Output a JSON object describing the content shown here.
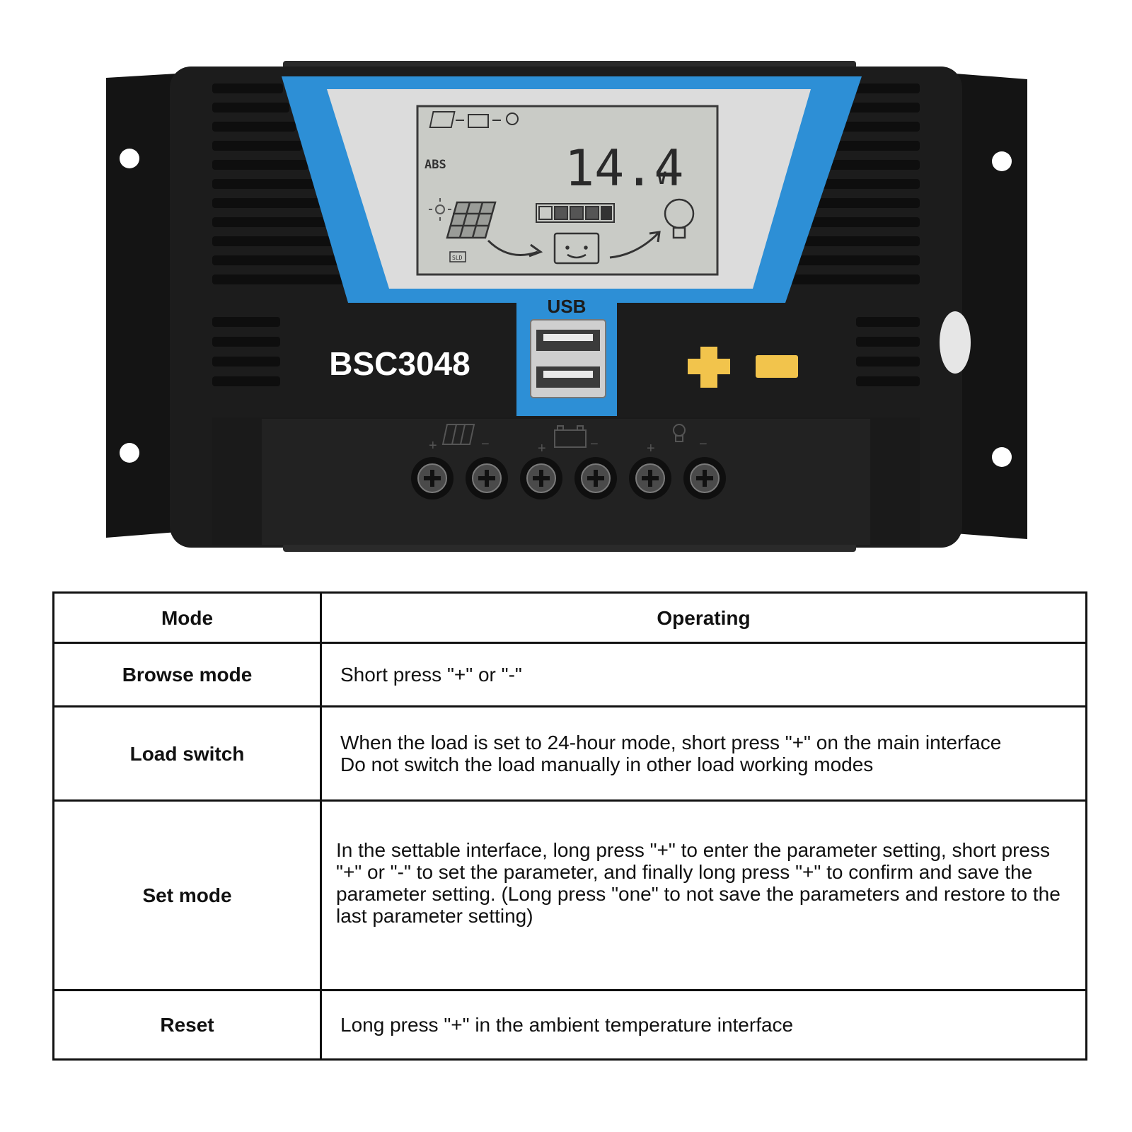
{
  "device": {
    "model": "BSC3048",
    "usb_label": "USB",
    "lcd": {
      "voltage_value": "14.4",
      "voltage_unit": "V",
      "charge_stage": "ABS",
      "load_mode": "SLD"
    },
    "button_plus_icon": "plus-icon",
    "button_minus_icon": "minus-icon",
    "colors": {
      "case": "#1c1c1c",
      "accent_blue": "#2d8fd6",
      "lcd_background": "#c9cbc6",
      "button_yellow": "#f2c44c"
    }
  },
  "table": {
    "headers": {
      "mode": "Mode",
      "operating": "Operating"
    },
    "rows": [
      {
        "mode": "Browse mode",
        "operating": "Short press \"+\" or \"-\""
      },
      {
        "mode": "Load switch",
        "operating": "When the load is set to 24-hour mode, short press \"+\" on the main interface\nDo not switch the load manually in other load working modes"
      },
      {
        "mode": "Set mode",
        "operating": "In the settable interface, long press \"+\" to enter the parameter setting, short press \"+\" or \"-\" to set the parameter, and finally long press \"+\" to confirm and save the parameter setting. (Long press \"one\" to not save the parameters and restore to the last parameter setting)"
      },
      {
        "mode": "Reset",
        "operating": "Long press \"+\" in the ambient temperature interface"
      }
    ]
  }
}
